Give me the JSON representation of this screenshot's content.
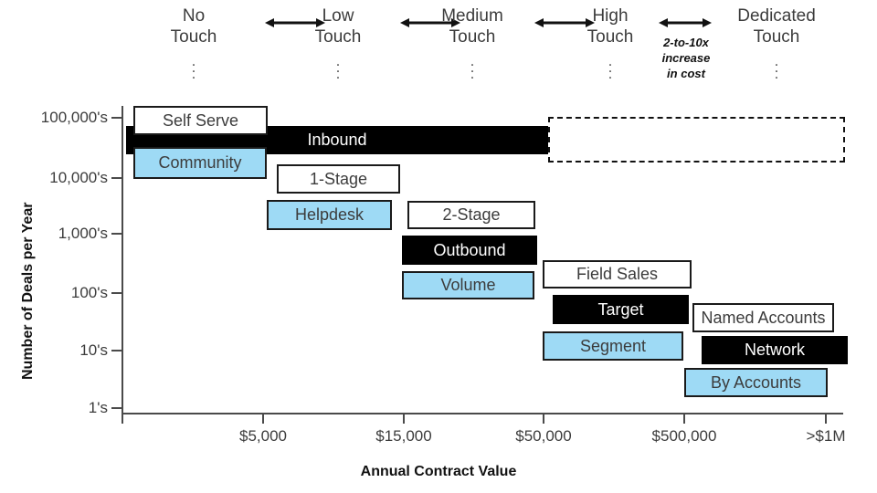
{
  "chart_data": {
    "type": "bar",
    "title": "",
    "xlabel": "Annual Contract Value",
    "ylabel": "Number of Deals per Year",
    "x_tick_labels": [
      "$5,000",
      "$15,000",
      "$50,000",
      "$500,000",
      ">$1M"
    ],
    "y_tick_labels": [
      "100,000's",
      "10,000's",
      "1,000's",
      "100's",
      "10's",
      "1's"
    ],
    "grid": false,
    "legend": "none",
    "colors": {
      "white_fill": "#ffffff",
      "black_fill": "#000000",
      "blue_fill": "#9EDAF5",
      "outline": "#1a1a1a",
      "text": "#3c3c3c"
    },
    "touch_model": {
      "segments": [
        "No\nTouch",
        "Low\nTouch",
        "Medium\nTouch",
        "High\nTouch",
        "Dedicated\nTouch"
      ],
      "arrow_count": 4,
      "cost_note": "2-to-10x\nincrease\nin cost"
    },
    "bars": [
      {
        "label": "Self Serve",
        "style": "white",
        "x_from": "<$5,000",
        "x_to": "$5,000",
        "y_band": "100,000's"
      },
      {
        "label": "Inbound",
        "style": "black",
        "x_from": "<$5,000",
        "x_to": "$50,000",
        "y_band": "100,000's-10,000's"
      },
      {
        "label": "",
        "style": "dashed",
        "x_from": "$50,000",
        "x_to": ">$1M",
        "y_band": "100,000's-10,000's"
      },
      {
        "label": "Community",
        "style": "blue",
        "x_from": "<$5,000",
        "x_to": "$5,000",
        "y_band": "10,000's"
      },
      {
        "label": "1-Stage",
        "style": "white",
        "x_from": "$5,000",
        "x_to": "$15,000",
        "y_band": "10,000's"
      },
      {
        "label": "Helpdesk",
        "style": "blue",
        "x_from": "$5,000",
        "x_to": "$15,000",
        "y_band": "1,000's"
      },
      {
        "label": "2-Stage",
        "style": "white",
        "x_from": "$15,000",
        "x_to": "$50,000",
        "y_band": "1,000's"
      },
      {
        "label": "Outbound",
        "style": "black",
        "x_from": "$15,000",
        "x_to": "$50,000",
        "y_band": "1,000's"
      },
      {
        "label": "Volume",
        "style": "blue",
        "x_from": "$15,000",
        "x_to": "$50,000",
        "y_band": "100's"
      },
      {
        "label": "Field Sales",
        "style": "white",
        "x_from": "$50,000",
        "x_to": "$500,000",
        "y_band": "100's"
      },
      {
        "label": "Target",
        "style": "black",
        "x_from": "$50,000",
        "x_to": "$500,000",
        "y_band": "100's"
      },
      {
        "label": "Named Accounts",
        "style": "white",
        "x_from": "$500,000",
        "x_to": ">$1M",
        "y_band": "10's"
      },
      {
        "label": "Segment",
        "style": "blue",
        "x_from": "$50,000",
        "x_to": "$500,000",
        "y_band": "10's"
      },
      {
        "label": "Network",
        "style": "black",
        "x_from": "$500,000",
        "x_to": ">$1M",
        "y_band": "10's"
      },
      {
        "label": "By Accounts",
        "style": "blue",
        "x_from": "$500,000",
        "x_to": ">$1M",
        "y_band": "1's"
      }
    ]
  }
}
